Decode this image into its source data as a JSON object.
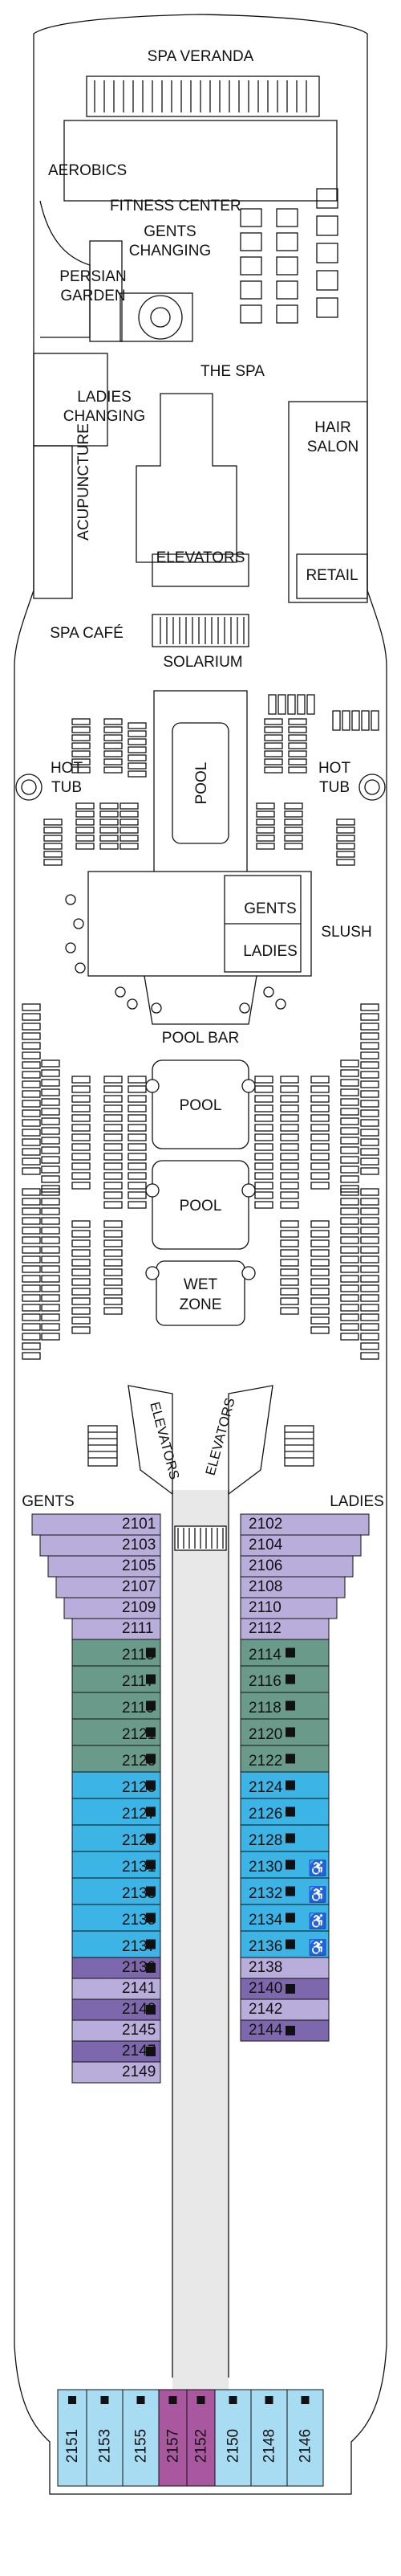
{
  "labels": {
    "spa_veranda": "SPA VERANDA",
    "aerobics": "AEROBICS",
    "fitness_center": "FITNESS CENTER",
    "gents_changing_1": "GENTS",
    "gents_changing_2": "CHANGING",
    "persian_garden_1": "PERSIAN",
    "persian_garden_2": "GARDEN",
    "ladies_changing_1": "LADIES",
    "ladies_changing_2": "CHANGING",
    "acupuncture": "ACUPUNCTURE",
    "the_spa": "THE SPA",
    "hair_salon_1": "HAIR",
    "hair_salon_2": "SALON",
    "elevators_fwd": "ELEVATORS",
    "retail": "RETAIL",
    "spa_cafe": "SPA CAFÉ",
    "solarium": "SOLARIUM",
    "hot_tub_left_1": "HOT",
    "hot_tub_left_2": "TUB",
    "hot_tub_right_1": "HOT",
    "hot_tub_right_2": "TUB",
    "pool_solarium": "POOL",
    "gents": "GENTS",
    "ladies": "LADIES",
    "slush": "SLUSH",
    "pool_bar": "POOL BAR",
    "pool_1": "POOL",
    "pool_2": "POOL",
    "wet_zone_1": "WET",
    "wet_zone_2": "ZONE",
    "elevators_aft_left": "ELEVATORS",
    "elevators_aft_right": "ELEVATORS",
    "gents_aft": "GENTS",
    "ladies_aft": "LADIES"
  },
  "colors": {
    "lavender": "#b9aedb",
    "green": "#6a9a8a",
    "blue": "#3cb4e6",
    "purple": "#7d68ad",
    "light_blue": "#a8dcf2",
    "magenta": "#a9579f",
    "hull": "#111111",
    "corridor": "#e8e8e8"
  },
  "cabins_left": [
    {
      "number": "2101",
      "category": "lavender"
    },
    {
      "number": "2103",
      "category": "lavender"
    },
    {
      "number": "2105",
      "category": "lavender"
    },
    {
      "number": "2107",
      "category": "lavender"
    },
    {
      "number": "2109",
      "category": "lavender"
    },
    {
      "number": "2111",
      "category": "lavender"
    },
    {
      "number": "2115",
      "category": "green",
      "marker": "square"
    },
    {
      "number": "2117",
      "category": "green",
      "marker": "square"
    },
    {
      "number": "2119",
      "category": "green",
      "marker": "square"
    },
    {
      "number": "2121",
      "category": "green",
      "marker": "square"
    },
    {
      "number": "2123",
      "category": "green",
      "marker": "square"
    },
    {
      "number": "2125",
      "category": "blue",
      "marker": "square"
    },
    {
      "number": "2127",
      "category": "blue",
      "marker": "square"
    },
    {
      "number": "2129",
      "category": "blue",
      "marker": "square"
    },
    {
      "number": "2131",
      "category": "blue",
      "marker": "square"
    },
    {
      "number": "2133",
      "category": "blue",
      "marker": "square"
    },
    {
      "number": "2135",
      "category": "blue",
      "marker": "square"
    },
    {
      "number": "2137",
      "category": "blue",
      "marker": "square"
    },
    {
      "number": "2139",
      "category": "purple",
      "marker": "square"
    },
    {
      "number": "2141",
      "category": "lavender"
    },
    {
      "number": "2143",
      "category": "purple",
      "marker": "square"
    },
    {
      "number": "2145",
      "category": "lavender"
    },
    {
      "number": "2147",
      "category": "purple",
      "marker": "square"
    },
    {
      "number": "2149",
      "category": "lavender"
    }
  ],
  "cabins_right": [
    {
      "number": "2102",
      "category": "lavender"
    },
    {
      "number": "2104",
      "category": "lavender"
    },
    {
      "number": "2106",
      "category": "lavender"
    },
    {
      "number": "2108",
      "category": "lavender"
    },
    {
      "number": "2110",
      "category": "lavender"
    },
    {
      "number": "2112",
      "category": "lavender"
    },
    {
      "number": "2114",
      "category": "green",
      "marker": "square"
    },
    {
      "number": "2116",
      "category": "green",
      "marker": "square"
    },
    {
      "number": "2118",
      "category": "green",
      "marker": "square"
    },
    {
      "number": "2120",
      "category": "green",
      "marker": "square"
    },
    {
      "number": "2122",
      "category": "green",
      "marker": "square"
    },
    {
      "number": "2124",
      "category": "blue",
      "marker": "square"
    },
    {
      "number": "2126",
      "category": "blue",
      "marker": "square"
    },
    {
      "number": "2128",
      "category": "blue",
      "marker": "square"
    },
    {
      "number": "2130",
      "category": "blue",
      "marker": "square",
      "accessible": true
    },
    {
      "number": "2132",
      "category": "blue",
      "marker": "square",
      "accessible": true
    },
    {
      "number": "2134",
      "category": "blue",
      "marker": "square",
      "accessible": true
    },
    {
      "number": "2136",
      "category": "blue",
      "marker": "square",
      "accessible": true
    },
    {
      "number": "2138",
      "category": "lavender"
    },
    {
      "number": "2140",
      "category": "purple",
      "marker": "square"
    },
    {
      "number": "2142",
      "category": "lavender"
    },
    {
      "number": "2144",
      "category": "purple",
      "marker": "square"
    }
  ],
  "cabins_stern": [
    {
      "number": "2151",
      "category": "light_blue",
      "marker": "square"
    },
    {
      "number": "2153",
      "category": "light_blue",
      "marker": "square"
    },
    {
      "number": "2155",
      "category": "light_blue",
      "marker": "square"
    },
    {
      "number": "2157",
      "category": "magenta",
      "marker": "square"
    },
    {
      "number": "2152",
      "category": "magenta",
      "marker": "square"
    },
    {
      "number": "2150",
      "category": "light_blue",
      "marker": "square"
    },
    {
      "number": "2148",
      "category": "light_blue",
      "marker": "square"
    },
    {
      "number": "2146",
      "category": "light_blue",
      "marker": "square"
    }
  ]
}
